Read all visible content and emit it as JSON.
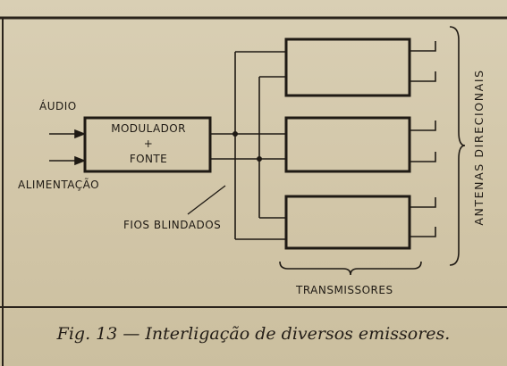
{
  "diagram": {
    "inputs": {
      "audio": "ÁUDIO",
      "power": "ALIMENTAÇÃO"
    },
    "modulator": {
      "line1": "MODULADOR",
      "line2": "+",
      "line3": "FONTE"
    },
    "cable_label": "FIOS BLINDADOS",
    "transmitters_label": "TRANSMISSORES",
    "antennas_label": "ANTENAS DIRECIONAIS"
  },
  "caption": "Fig. 13 — Interligação de diversos emissores."
}
